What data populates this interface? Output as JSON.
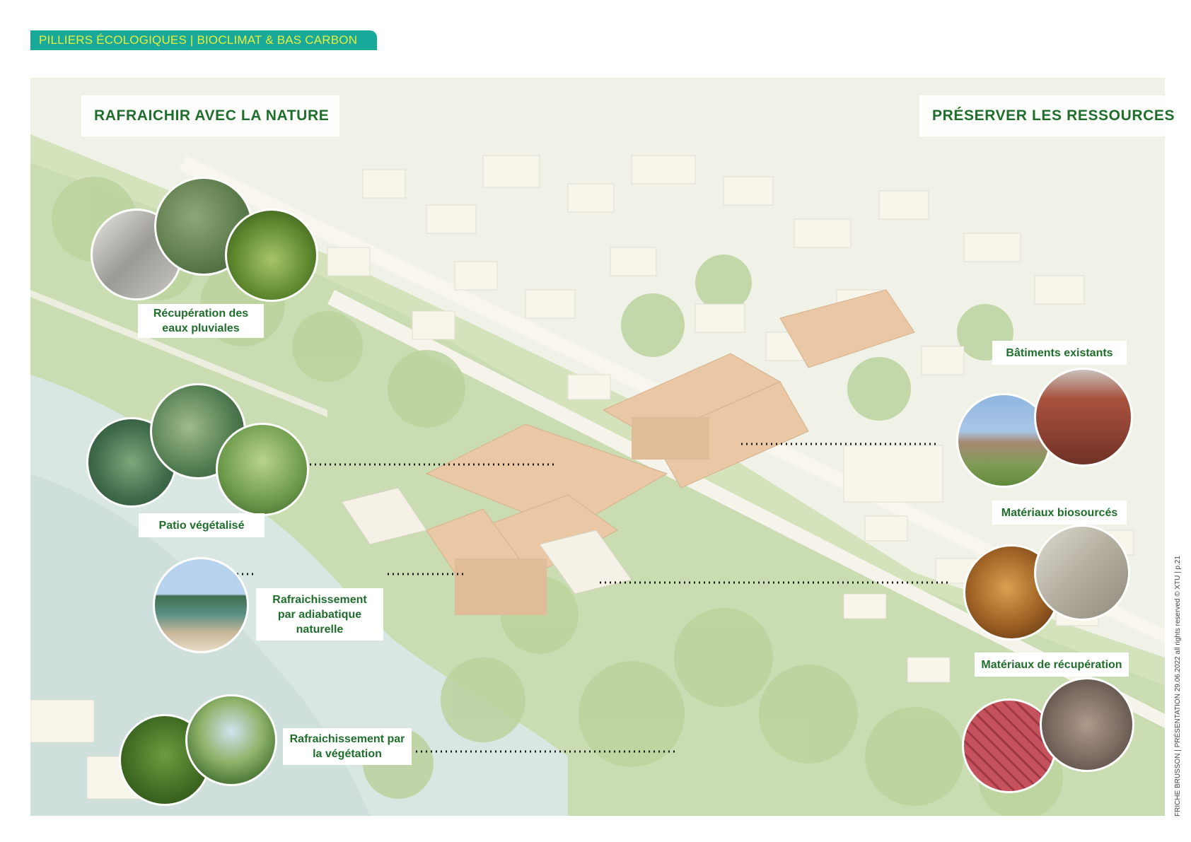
{
  "header": {
    "text": "PILLIERS ÉCOLOGIQUES | BIOCLIMAT & BAS CARBON"
  },
  "left_section": {
    "title": "RAFRAICHIR AVEC LA NATURE",
    "items": [
      {
        "label": "Récupération des\neaux pluviales"
      },
      {
        "label": "Patio végétalisé"
      },
      {
        "label": "Rafraichissement\npar adiabatique\nnaturelle"
      },
      {
        "label": "Rafraichissement par\nla végétation"
      }
    ]
  },
  "right_section": {
    "title": "PRÉSERVER LES RESSOURCES",
    "items": [
      {
        "label": "Bâtiments existants"
      },
      {
        "label": "Matériaux biosourcés"
      },
      {
        "label": "Matériaux de récupération"
      }
    ]
  },
  "footer": {
    "vertical_text": "FRICHE BRUSSON | PRÉSENTATION  29.06.2022    all rights reserved © XTU | p.21"
  },
  "colors": {
    "accent_teal": "#19a99a",
    "header_text": "#e6ef3c",
    "label_green": "#1f6e2c"
  }
}
